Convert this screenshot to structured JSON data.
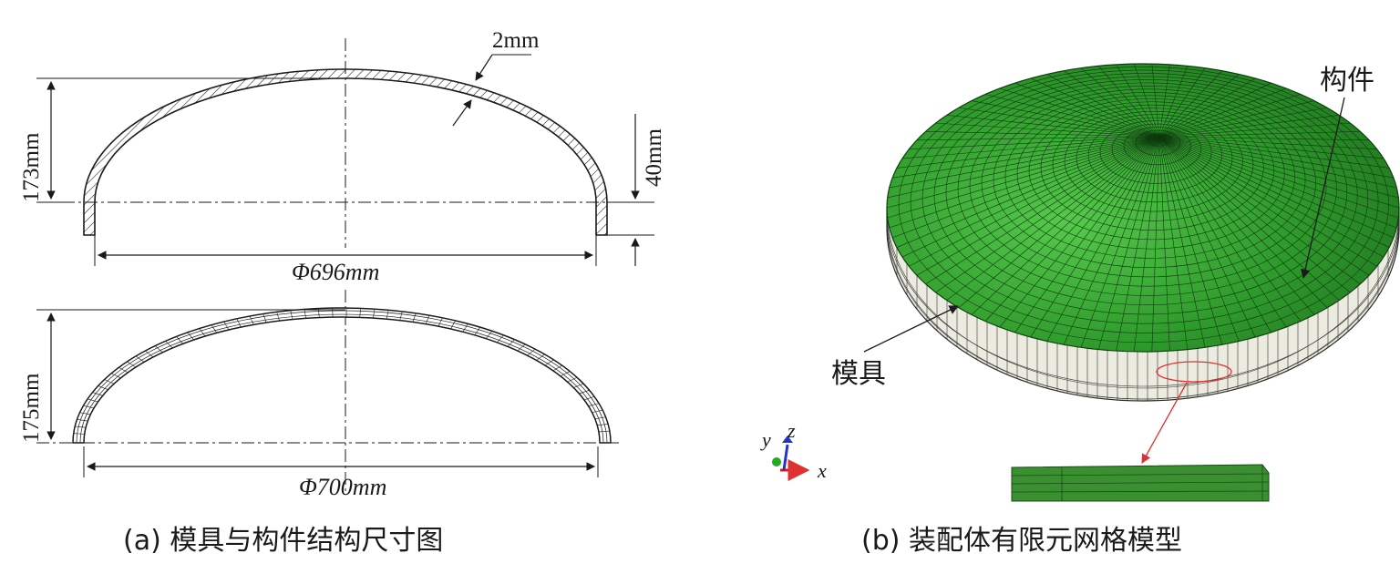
{
  "panel_a": {
    "caption": "(a)  模具与构件结构尺寸图",
    "top_section": {
      "thickness_label": "2mm",
      "height_label": "173mm",
      "flange_label": "40mm",
      "diameter_label": "Φ696mm"
    },
    "bottom_section": {
      "height_label": "175mm",
      "diameter_label": "Φ700mm"
    }
  },
  "panel_b": {
    "caption": "(b)  装配体有限元网格模型",
    "part_label": "构件",
    "mold_label": "模具",
    "axes": {
      "x": "x",
      "y": "y",
      "z": "z"
    }
  },
  "colors": {
    "line": "#1a1a1a",
    "part_green": "#2e8b2e",
    "part_green_light": "#4fc24a",
    "mold_white": "#ecebe0",
    "highlight_red": "#e03030",
    "axis_red": "#cc2222",
    "axis_blue": "#2233cc",
    "axis_green": "#22aa22"
  }
}
